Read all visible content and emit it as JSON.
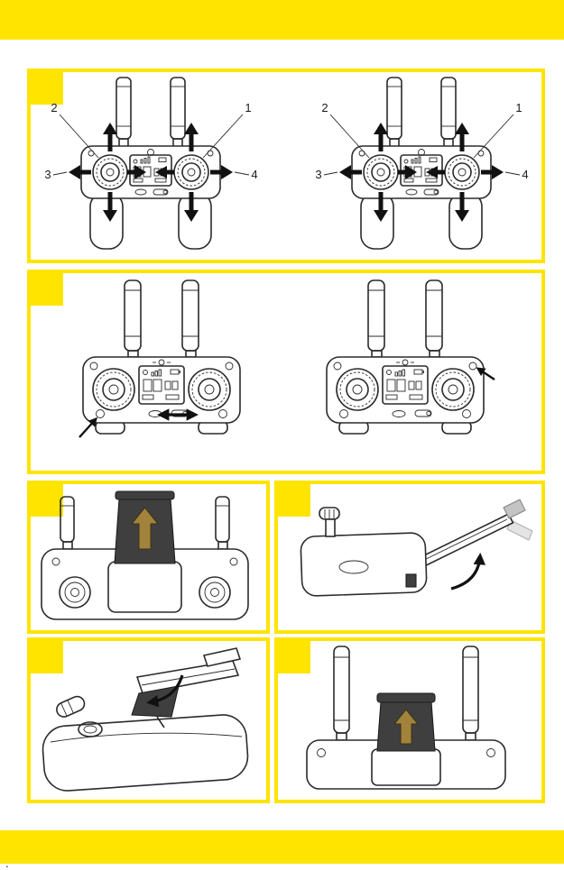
{
  "colors": {
    "accent": "#ffe400",
    "ink": "#2b2b2b",
    "holder_dark": "#3f3f3f",
    "arrow_gold": "#a2833c",
    "paper": "#ffffff"
  },
  "panel1": {
    "callouts": {
      "top_left": "2",
      "top_right": "1",
      "mid_left": "3",
      "mid_right": "4"
    }
  },
  "footer": {
    "artifact_dot": "."
  },
  "icons": {
    "stick_arrows": "directional-arrows-icon",
    "press_pointer": "pointer-arrow-icon",
    "slider_double_arrow": "double-headed-arrow-icon",
    "rotation_arrow": "curved-rotation-arrow-icon",
    "slide_up_arrow": "up-arrow-icon"
  }
}
